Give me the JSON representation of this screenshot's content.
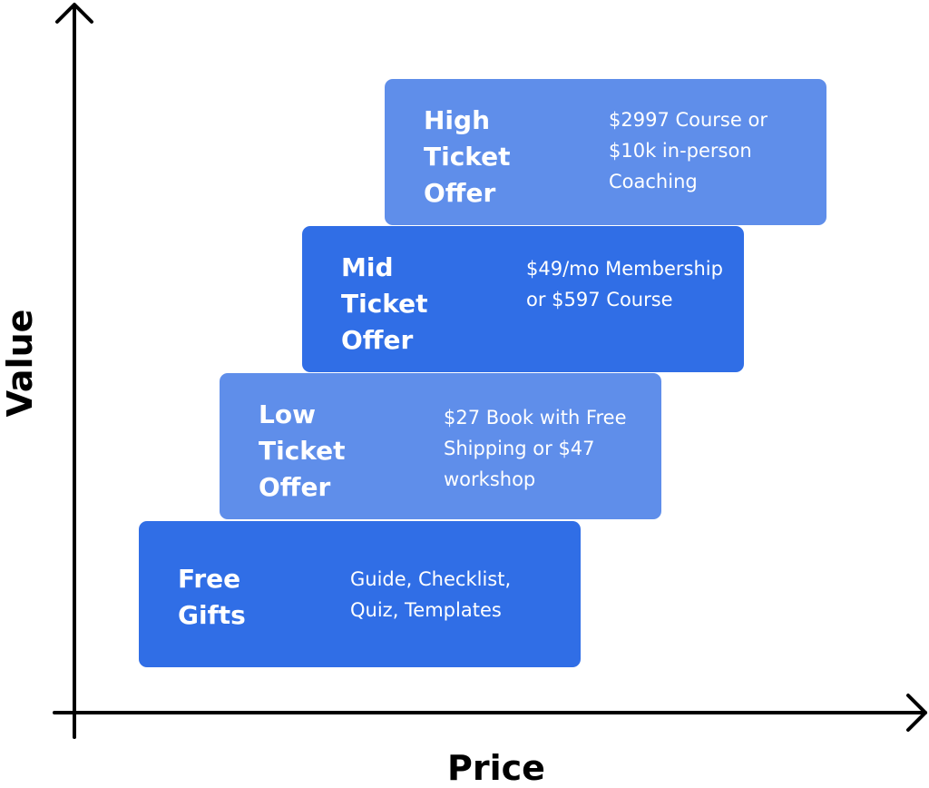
{
  "axes": {
    "y_label": "Value",
    "x_label": "Price"
  },
  "tiers": [
    {
      "title": "High Ticket Offer",
      "description": "$2997 Course or $10k in-person Coaching",
      "color": "#5f8eea"
    },
    {
      "title": "Mid Ticket Offer",
      "description": "$49/mo Membership or $597 Course",
      "color": "#306ee6"
    },
    {
      "title": "Low Ticket Offer",
      "description": "$27 Book with Free Shipping or $47 workshop",
      "color": "#5f8eea"
    },
    {
      "title": "Free Gifts",
      "description": "Guide, Checklist, Quiz, Templates",
      "color": "#306ee6"
    }
  ]
}
